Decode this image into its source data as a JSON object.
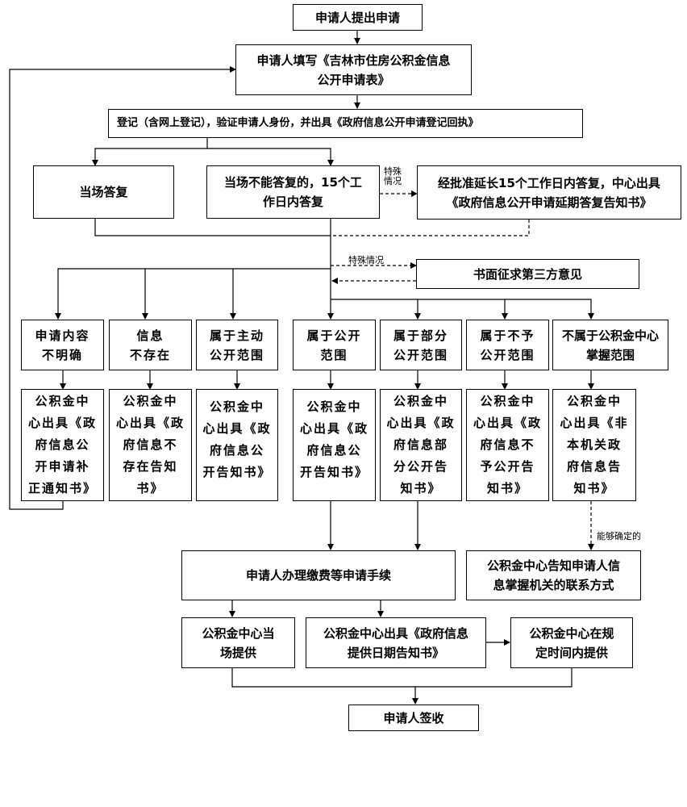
{
  "nodes": {
    "start": "申请人提出申请",
    "fill_form": "申请人填写《吉林市住房公积金信息\n公开申请表》",
    "register": "登记（含网上登记），验证申请人身份，并出具《政府信息公开申请登记回执》",
    "reply_on_spot": "当场答复",
    "reply_15_days": "当场不能答复的，15个工\n作日内答复",
    "extend": "经批准延长15个工作日内答复，中心出具\n《政府信息公开申请延期答复告知书》",
    "third_party": "书面征求第三方意见",
    "unclear": "申请内容\n不明确",
    "not_exist": "信息\n不存在",
    "active_scope": "属于主动\n公开范围",
    "public_scope": "属于公开\n范围",
    "partial_scope": "属于部分\n公开范围",
    "no_disclosure_scope": "属于不予\n公开范围",
    "not_in_center_scope": "不属于公积金中心\n掌握范围",
    "notice_correction": "公积金中\n心出具《政\n府信息公\n开申请补\n正通知书》",
    "notice_not_exist": "公积金中\n心出具《政\n府信息不\n存在告知\n书》",
    "notice_active": "公积金中\n心出具《政\n府信息公\n开告知书》",
    "notice_public": "公积金中\n心出具《政\n府信息公\n开告知书》",
    "notice_partial": "公积金中\n心出具《政\n府信息部\n分公开告\n知书》",
    "notice_no_disclosure": "公积金中\n心出具《政\n府信息不\n予公开告\n知书》",
    "notice_not_this_org": "公积金中\n心出具《非\n本机关政\n府信息告\n知书》",
    "fees": "申请人办理缴费等申请手续",
    "inform_contact": "公积金中心告知申请人信\n息掌握机关的联系方式",
    "provide_on_spot": "公积金中心当\n场提供",
    "notice_date": "公积金中心出具《政府信息\n提供日期告知书》",
    "provide_in_time": "公积金中心在规\n定时间内提供",
    "sign": "申请人签收"
  },
  "edge_labels": {
    "special_1": "特殊\n情况",
    "special_2": "特殊情况",
    "can_determine": "能够确定的"
  }
}
